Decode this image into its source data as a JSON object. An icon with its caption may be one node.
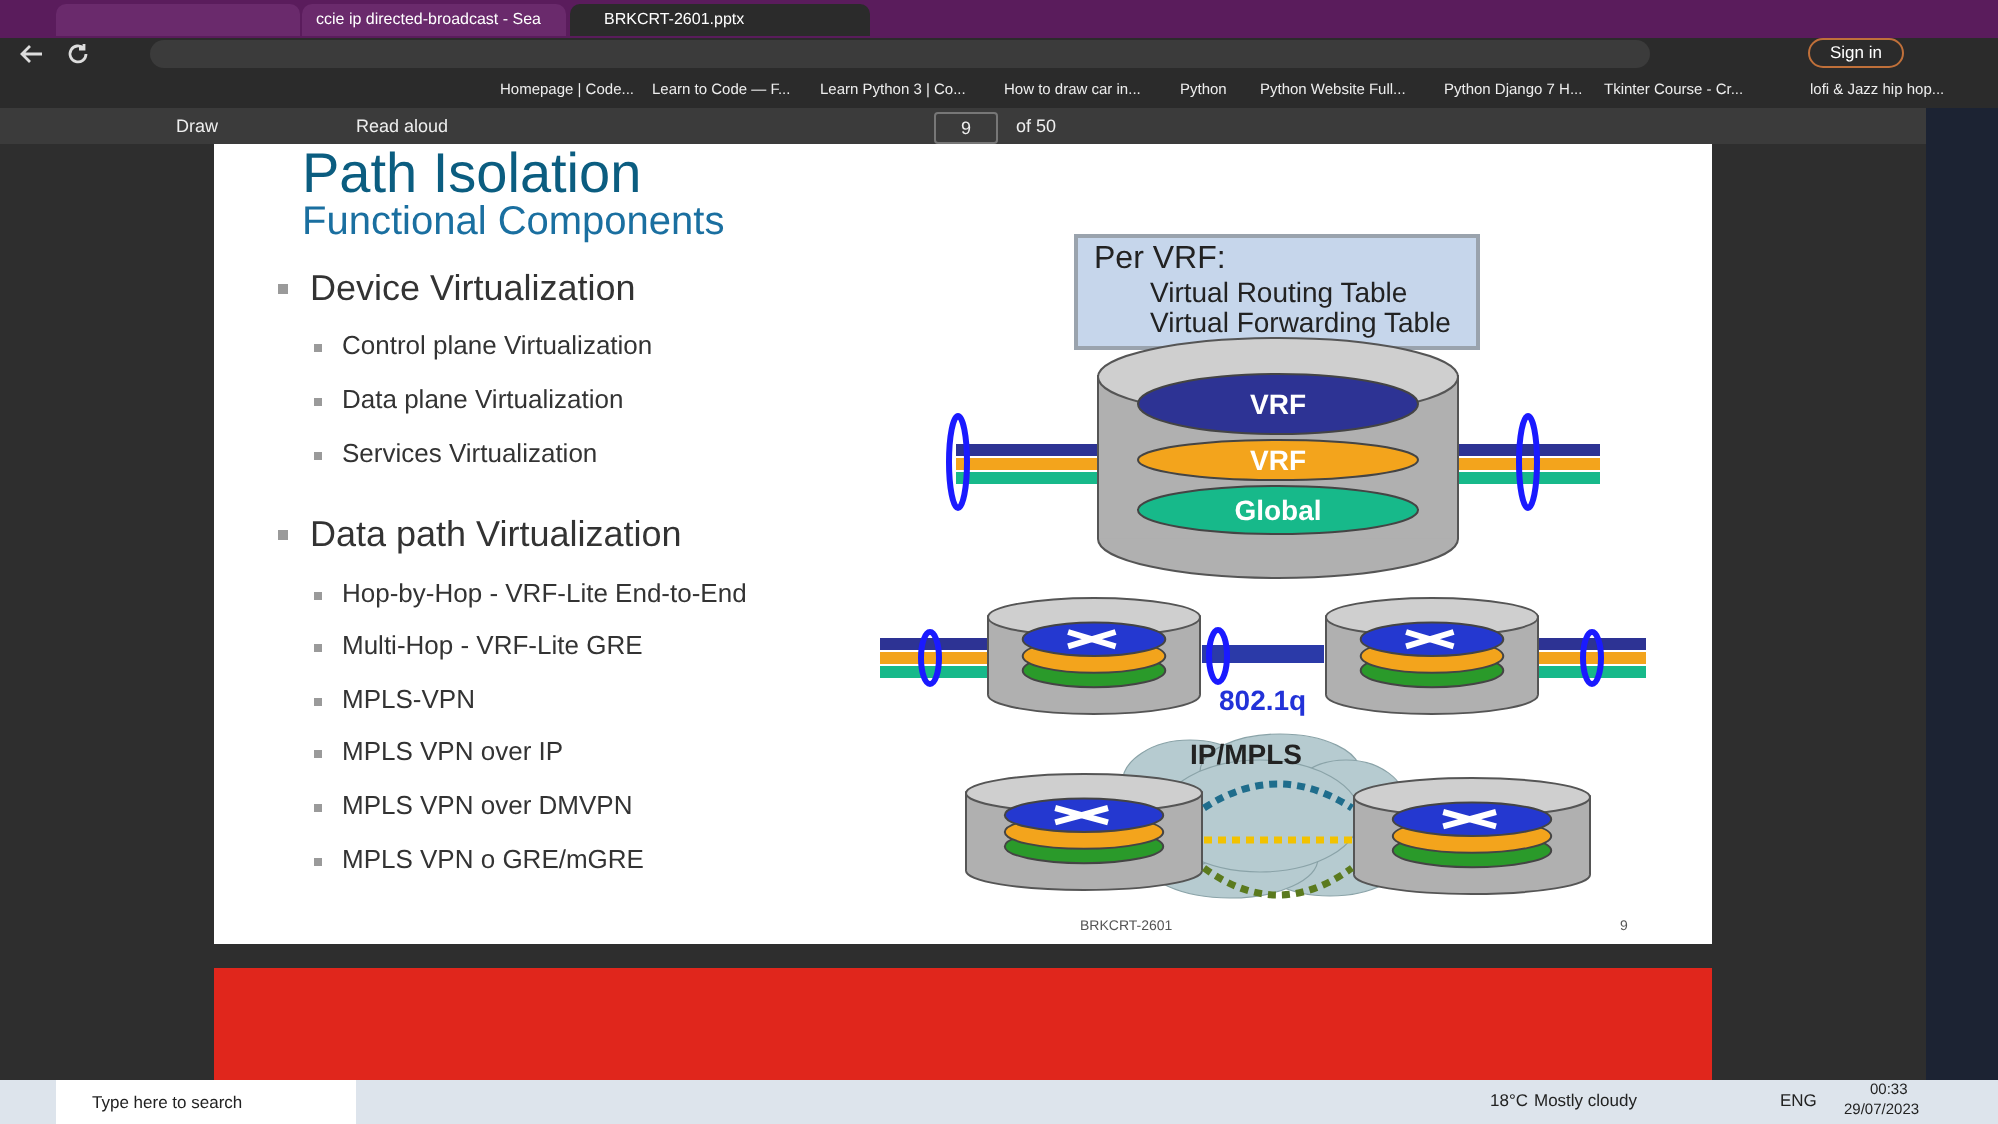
{
  "diagram": {
    "title": "Path Isolation",
    "nodes": [
      {
        "text": [
          "Per VRF:",
          "Virtual Routing Table Virtual Forwarding Table"
        ]
      },
      {
        "text": [],
        "shape": "cylinder"
      },
      {
        "text": [
          "VRF"
        ],
        "in": 1
      },
      {
        "text": [
          "VRF"
        ],
        "in": 1
      },
      {
        "text": [
          "Global"
        ],
        "in": 1
      },
      {
        "text": [],
        "shape": "cylinder"
      },
      {
        "text": [],
        "shape": "cylinder"
      },
      {
        "text": [],
        "shape": "cylinder"
      },
      {
        "text": [],
        "shape": "cylinder"
      }
    ],
    "edges": [
      {
        "from": 5,
        "to": 6,
        "arrow": "none",
        "label": "802.1q",
        "style": "thick"
      },
      {
        "from": 7,
        "to": 8,
        "arrow": "none",
        "style": "dashed",
        "color": "#1f6d8c"
      },
      {
        "from": 7,
        "to": 8,
        "arrow": "none",
        "style": "dashed",
        "color": "#f2c200"
      },
      {
        "from": 7,
        "to": 8,
        "arrow": "none",
        "style": "dashed",
        "color": "#5b7a1e"
      }
    ],
    "labels": [
      "ccie ip directed-broadcast - Sea",
      "BRKCRT-2601.pptx",
      "Sign in",
      "Homepage | Code...",
      "Learn to Code — F...",
      "Learn Python 3 | Co...",
      "How to draw car in...",
      "Python",
      "Python Website Full...",
      "Python Django 7 H...",
      "Tkinter Course - Cr...",
      "lofi & Jazz hip hop...",
      "Draw",
      "Read aloud",
      "9",
      "of 50",
      "Functional Components",
      "Device Virtualization",
      "Control plane Virtualization",
      "Data plane Virtualization",
      "Services Virtualization",
      "Data path Virtualization",
      "Hop-by-Hop - VRF-Lite End-to-End",
      "Multi-Hop - VRF-Lite GRE",
      "MPLS-VPN",
      "MPLS VPN over IP",
      "MPLS VPN over DMVPN",
      "MPLS VPN o GRE/mGRE",
      "IP/MPLS",
      "BRKCRT-2601",
      "9",
      "Type here to search",
      "18°C",
      "Mostly cloudy",
      "ENG",
      "00:33",
      "29/07/2023"
    ]
  }
}
